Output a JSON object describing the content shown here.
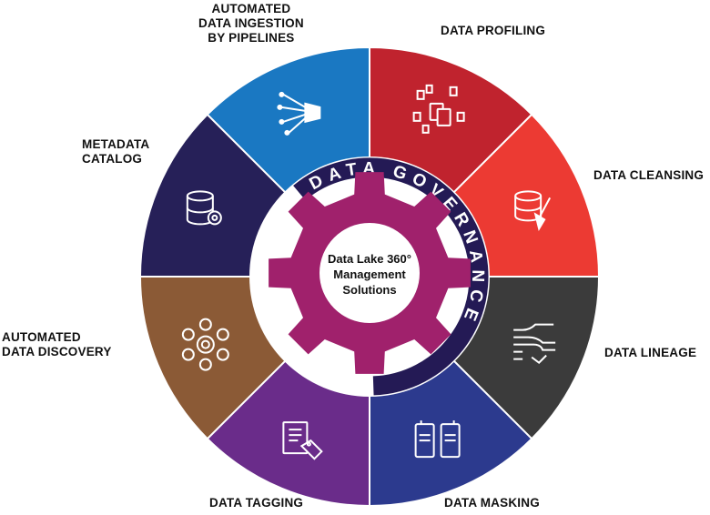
{
  "center": {
    "line1": "Data Lake 360°",
    "line2": "Management",
    "line3": "Solutions"
  },
  "ring_title": "DATA GOVERNANCE",
  "segments": [
    {
      "id": "data-profiling",
      "label": "DATA PROFILING",
      "color": "#c0232e",
      "icon": "documents-icon"
    },
    {
      "id": "data-cleansing",
      "label": "DATA CLEANSING",
      "color": "#ec3a33",
      "icon": "database-broom-icon"
    },
    {
      "id": "data-lineage",
      "label": "DATA LINEAGE",
      "color": "#3b3b3b",
      "icon": "lineage-flow-icon"
    },
    {
      "id": "data-masking",
      "label": "DATA MASKING",
      "color": "#2c3a8e",
      "icon": "masked-cards-icon"
    },
    {
      "id": "data-tagging",
      "label": "DATA TAGGING",
      "color": "#6a2c8a",
      "icon": "document-tag-icon"
    },
    {
      "id": "automated-data-discovery",
      "label": "AUTOMATED\nDATA DISCOVERY",
      "color": "#8b5a36",
      "icon": "gear-network-icon"
    },
    {
      "id": "metadata-catalog",
      "label": "METADATA\nCATALOG",
      "color": "#262058",
      "icon": "database-gear-icon"
    },
    {
      "id": "automated-data-ingestion",
      "label": "AUTOMATED\nDATA INGESTION\nBY PIPELINES",
      "color": "#1a78c2",
      "icon": "pipeline-funnel-icon"
    }
  ],
  "colors": {
    "gear": "#a0216c",
    "ring": "#241a55",
    "inner_circle": "#ffffff"
  }
}
